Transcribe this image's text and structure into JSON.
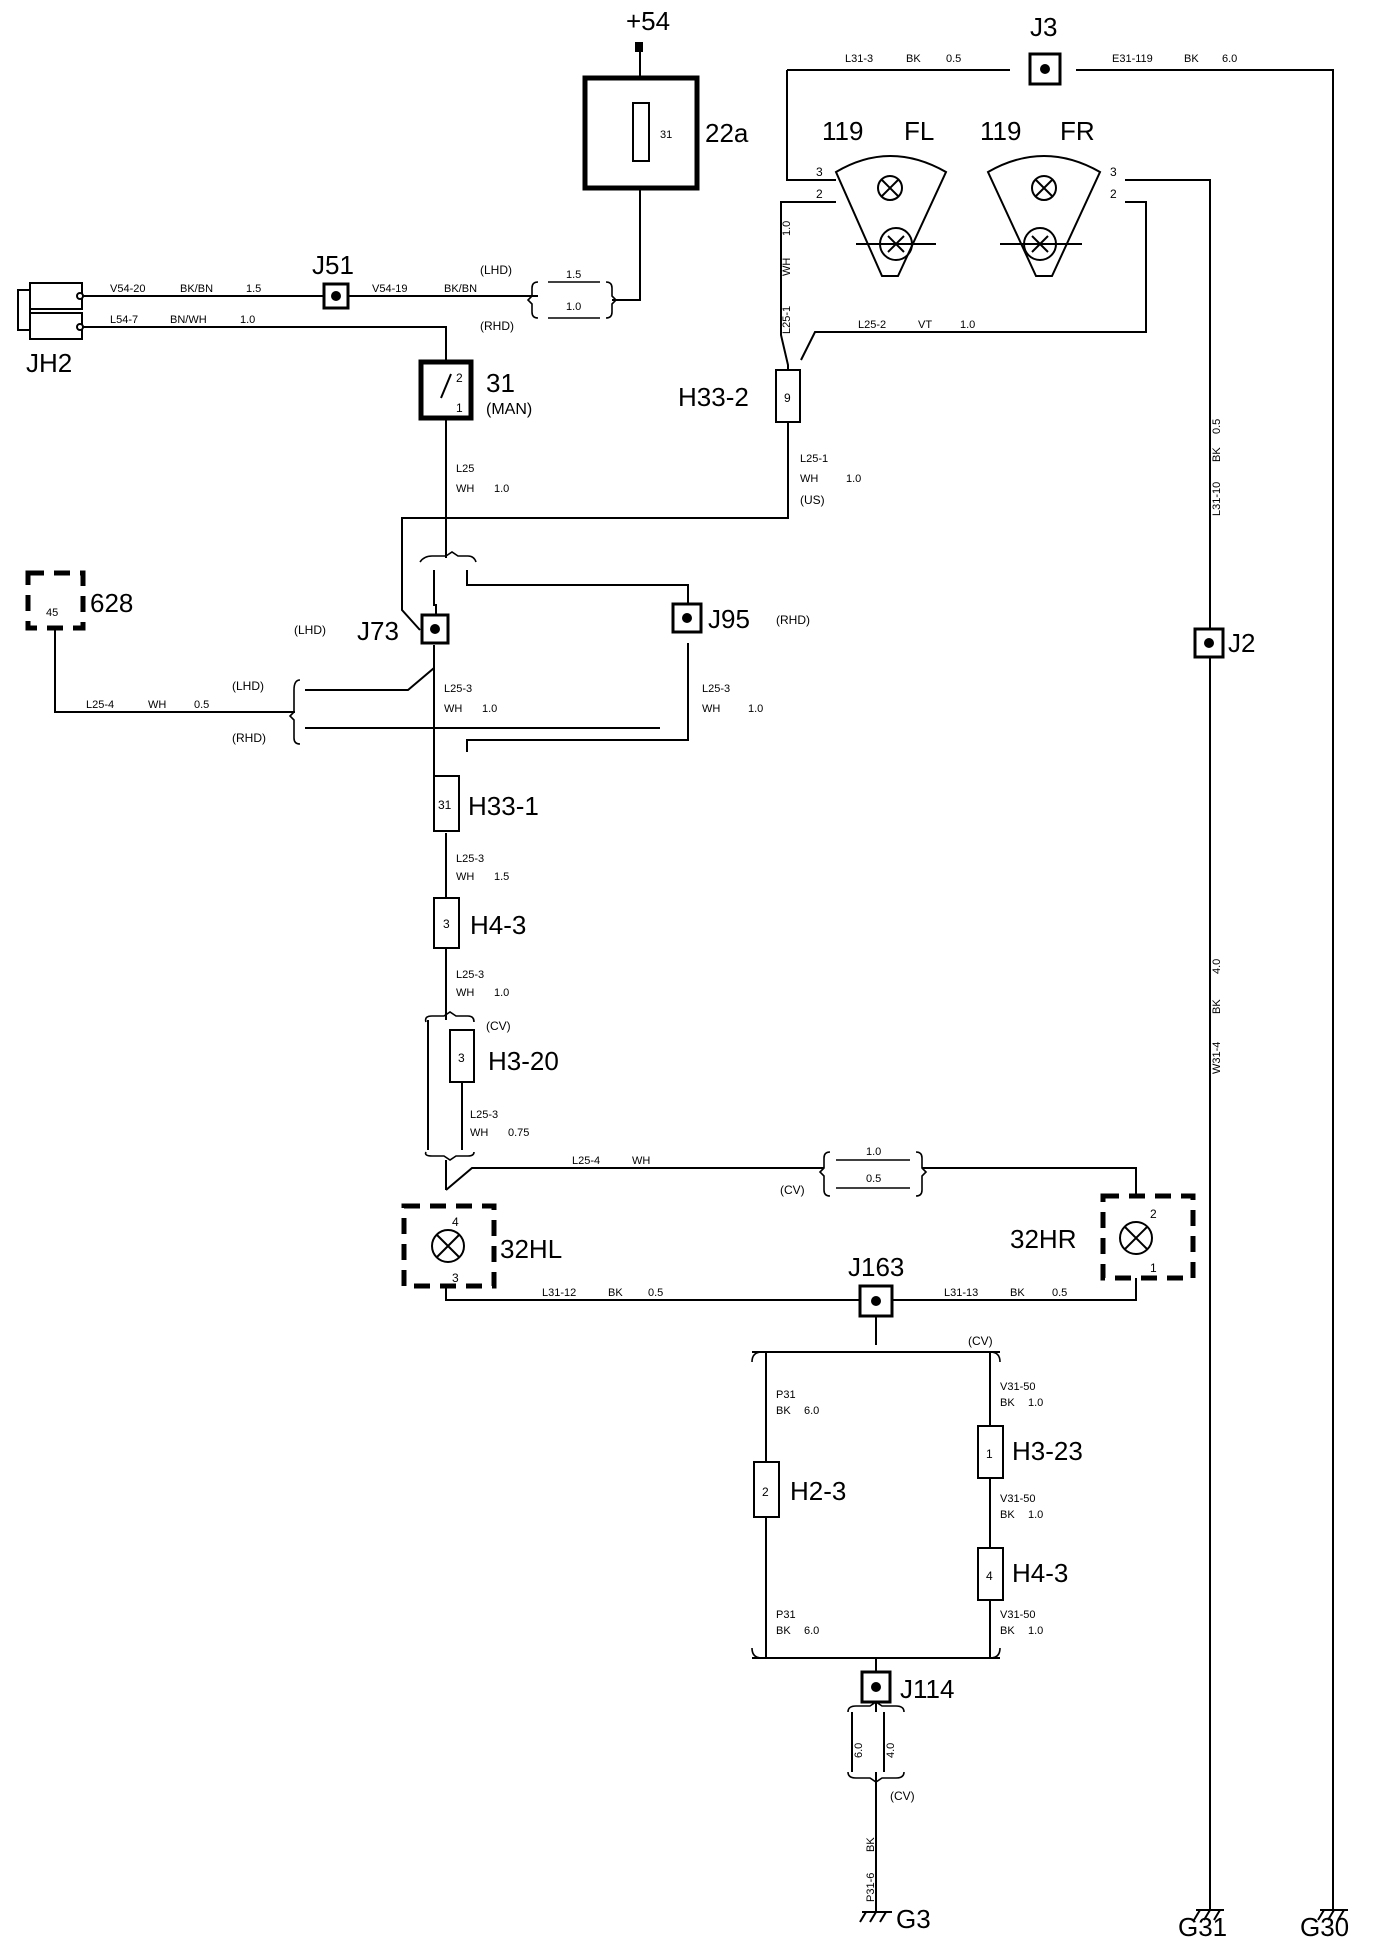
{
  "components": {
    "fuse_22a": {
      "id": "22a",
      "pin": "31",
      "supply": "+54"
    },
    "switch_31": {
      "id": "31",
      "mode": "(MAN)",
      "pin_top": "2",
      "pin_bottom": "1"
    },
    "lamp_fl": {
      "num": "119",
      "side": "FL",
      "pin_a": "3",
      "pin_b": "2"
    },
    "lamp_fr": {
      "num": "119",
      "side": "FR",
      "pin_a": "3",
      "pin_b": "2"
    },
    "jh2": {
      "id": "JH2"
    },
    "module_628": {
      "id": "628",
      "pin": "45"
    },
    "lamp_32hl": {
      "id": "32HL",
      "pin_top": "4",
      "pin_bottom": "3"
    },
    "lamp_32hr": {
      "id": "32HR",
      "pin_top": "2",
      "pin_bottom": "1"
    }
  },
  "junctions": {
    "j3": "J3",
    "j51": "J51",
    "j73": "J73",
    "j95": "J95",
    "j2": "J2",
    "j163": "J163",
    "j114": "J114"
  },
  "connectors": {
    "h33_2": {
      "id": "H33-2",
      "pin": "9"
    },
    "h33_1": {
      "id": "H33-1",
      "pin": "31"
    },
    "h4_3_upper": {
      "id": "H4-3",
      "pin": "3"
    },
    "h3_20": {
      "id": "H3-20",
      "pin": "3"
    },
    "h2_3": {
      "id": "H2-3",
      "pin": "2"
    },
    "h3_23": {
      "id": "H3-23",
      "pin": "1"
    },
    "h4_3_lower": {
      "id": "H4-3",
      "pin": "4"
    }
  },
  "grounds": {
    "g3": "G3",
    "g31": "G31",
    "g30": "G30"
  },
  "variants": {
    "lhd": "(LHD)",
    "rhd": "(RHD)",
    "us": "(US)",
    "cv": "(CV)"
  },
  "wires": {
    "l31_3": {
      "code": "L31-3",
      "color": "BK",
      "size": "0.5"
    },
    "e31_119": {
      "code": "E31-119",
      "color": "BK",
      "size": "6.0"
    },
    "v54_20": {
      "code": "V54-20",
      "color": "BK/BN",
      "size": "1.5"
    },
    "v54_19": {
      "code": "V54-19",
      "color": "BK/BN"
    },
    "l54_7": {
      "code": "L54-7",
      "color": "BN/WH",
      "size": "1.0"
    },
    "v54_sizes": [
      "1.5",
      "1.0"
    ],
    "l25_top": {
      "code": "L25",
      "color": "WH",
      "size": "1.0"
    },
    "l25_1_vert": {
      "code": "L25-1",
      "color": "WH",
      "size": "1.0"
    },
    "l25_2": {
      "code": "L25-2",
      "color": "VT",
      "size": "1.0"
    },
    "l25_1_us": {
      "code": "L25-1",
      "color": "WH",
      "size": "1.0"
    },
    "l25_4_top": {
      "code": "L25-4",
      "color": "WH",
      "size": "0.5"
    },
    "l25_3_lhd": {
      "code": "L25-3",
      "color": "WH",
      "size": "1.0"
    },
    "l25_3_rhd": {
      "code": "L25-3",
      "color": "WH",
      "size": "1.0"
    },
    "l25_3_a": {
      "code": "L25-3",
      "color": "WH",
      "size": "1.5"
    },
    "l25_3_b": {
      "code": "L25-3",
      "color": "WH",
      "size": "1.0"
    },
    "l25_3_c": {
      "code": "L25-3",
      "color": "WH",
      "size": "0.75"
    },
    "l25_4_bottom": {
      "code": "L25-4",
      "color": "WH"
    },
    "l25_4_sizes": [
      "1.0",
      "0.5"
    ],
    "l31_10": {
      "code": "L31-10",
      "color": "BK",
      "size": "0.5"
    },
    "w31_4": {
      "code": "W31-4",
      "color": "BK",
      "size": "4.0"
    },
    "l31_12": {
      "code": "L31-12",
      "color": "BK",
      "size": "0.5"
    },
    "l31_13": {
      "code": "L31-13",
      "color": "BK",
      "size": "0.5"
    },
    "p31_top": {
      "code": "P31",
      "color": "BK",
      "size": "6.0"
    },
    "p31_bottom": {
      "code": "P31",
      "color": "BK",
      "size": "6.0"
    },
    "v31_50_a": {
      "code": "V31-50",
      "color": "BK",
      "size": "1.0"
    },
    "v31_50_b": {
      "code": "V31-50",
      "color": "BK",
      "size": "1.0"
    },
    "v31_50_c": {
      "code": "V31-50",
      "color": "BK",
      "size": "1.0"
    },
    "g3_sizes": [
      "6.0",
      "4.0"
    ],
    "p31_6": {
      "code": "P31-6",
      "color": "BK"
    }
  }
}
